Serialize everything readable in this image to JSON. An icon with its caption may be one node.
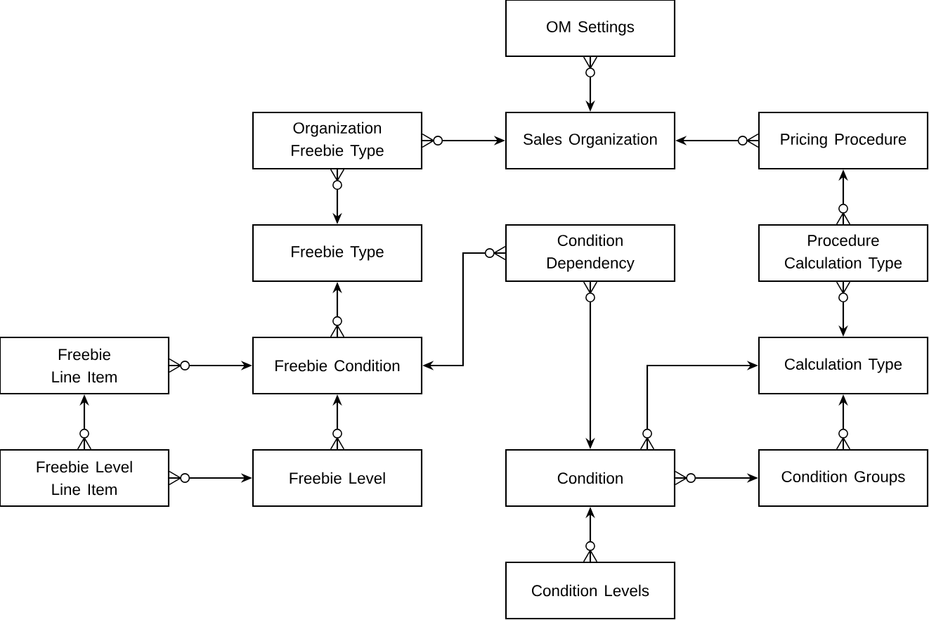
{
  "diagram": {
    "nodes": [
      {
        "text": [
          "OM Settings"
        ]
      },
      {
        "text": [
          "Organization Freebie Type"
        ]
      },
      {
        "text": [
          "Sales Organization"
        ]
      },
      {
        "text": [
          "Pricing Procedure"
        ]
      },
      {
        "text": [
          "Freebie Type"
        ]
      },
      {
        "text": [
          "Condition Dependency"
        ]
      },
      {
        "text": [
          "Procedure Calculation Type"
        ]
      },
      {
        "text": [
          "Freebie Line Item"
        ]
      },
      {
        "text": [
          "Freebie Condition"
        ]
      },
      {
        "text": [
          "Calculation Type"
        ]
      },
      {
        "text": [
          "Freebie Level Line Item"
        ]
      },
      {
        "text": [
          "Freebie Level"
        ]
      },
      {
        "text": [
          "Condition"
        ]
      },
      {
        "text": [
          "Condition Groups"
        ]
      },
      {
        "text": [
          "Condition Levels"
        ]
      }
    ],
    "edges": [
      {
        "from": 0,
        "to": 2,
        "arrow": "to"
      },
      {
        "from": 1,
        "to": 2,
        "arrow": "to"
      },
      {
        "from": 3,
        "to": 2,
        "arrow": "to"
      },
      {
        "from": 1,
        "to": 4,
        "arrow": "to"
      },
      {
        "from": 8,
        "to": 4,
        "arrow": "to"
      },
      {
        "from": 5,
        "to": 8,
        "arrow": "to"
      },
      {
        "from": 6,
        "to": 3,
        "arrow": "to"
      },
      {
        "from": 6,
        "to": 9,
        "arrow": "to"
      },
      {
        "from": 5,
        "to": 12,
        "arrow": "to"
      },
      {
        "from": 7,
        "to": 8,
        "arrow": "to"
      },
      {
        "from": 10,
        "to": 7,
        "arrow": "to"
      },
      {
        "from": 10,
        "to": 11,
        "arrow": "to"
      },
      {
        "from": 11,
        "to": 8,
        "arrow": "to"
      },
      {
        "from": 12,
        "to": 9,
        "arrow": "to"
      },
      {
        "from": 12,
        "to": 13,
        "arrow": "to"
      },
      {
        "from": 13,
        "to": 9,
        "arrow": "to"
      },
      {
        "from": 14,
        "to": 12,
        "arrow": "to"
      }
    ]
  }
}
